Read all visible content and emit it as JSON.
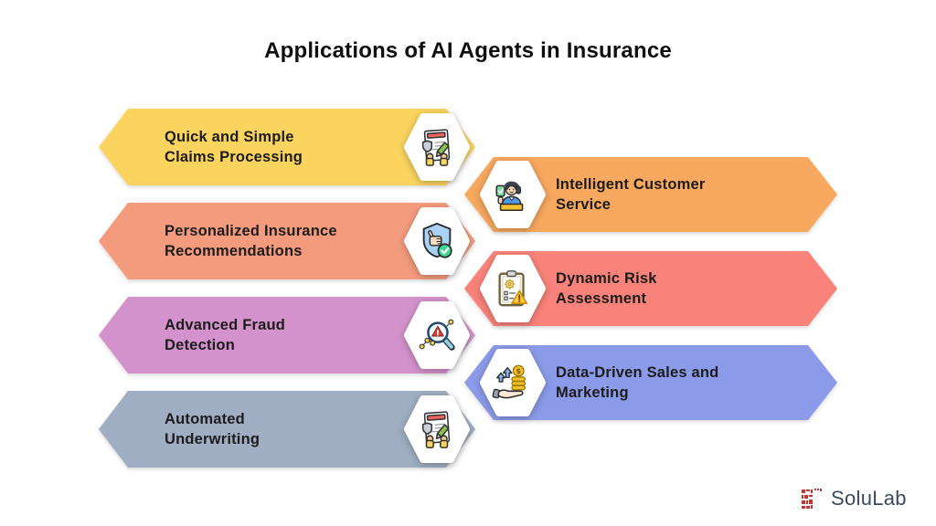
{
  "title": "Applications of AI Agents in Insurance",
  "banners": [
    {
      "lines": [
        "Quick and Simple",
        "Claims Processing"
      ],
      "color": "#FAD45E",
      "icon": "claims-document-icon",
      "side": "left"
    },
    {
      "lines": [
        "Personalized Insurance",
        "Recommendations"
      ],
      "color": "#F49B7D",
      "icon": "shield-thumbs-up-icon",
      "side": "left"
    },
    {
      "lines": [
        "Advanced Fraud",
        "Detection"
      ],
      "color": "#D392CB",
      "icon": "fraud-magnifier-icon",
      "side": "left"
    },
    {
      "lines": [
        "Automated",
        "Underwriting"
      ],
      "color": "#9FAEC2",
      "icon": "underwriting-document-icon",
      "side": "left"
    },
    {
      "lines": [
        "Intelligent Customer",
        "Service"
      ],
      "color": "#F8A85F",
      "icon": "support-agent-icon",
      "side": "right"
    },
    {
      "lines": [
        "Dynamic Risk",
        "Assessment"
      ],
      "color": "#F9837B",
      "icon": "risk-clipboard-icon",
      "side": "right"
    },
    {
      "lines": [
        "Data-Driven Sales and",
        "Marketing"
      ],
      "color": "#8C9BE9",
      "icon": "sales-coins-hand-icon",
      "side": "right"
    }
  ],
  "logo": {
    "text": "SoluLab",
    "mark_color": "#C63431",
    "text_color": "#3A4A5E"
  }
}
